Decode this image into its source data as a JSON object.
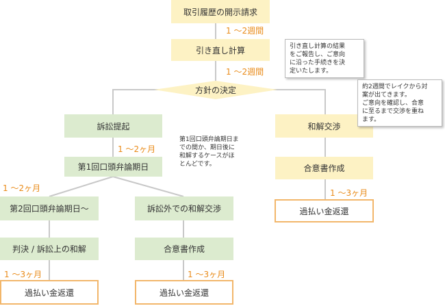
{
  "nodes": {
    "disclosure": "取引履歴の開示請求",
    "recalc": "引き直し計算",
    "policy": "方針の決定",
    "lawsuit": "訴訟提起",
    "first_hearing": "第1回口頭弁論期日",
    "second_hearing": "第2回口頭弁論期日～",
    "outside_settlement": "訴訟外での和解交渉",
    "judgment": "判決 / 訴訟上の和解",
    "agreement_left": "合意書作成",
    "refund_left": "過払い金返還",
    "refund_mid": "過払い金返還",
    "settlement": "和解交渉",
    "agreement_right": "合意書作成",
    "refund_right": "過払い金返還"
  },
  "durations": {
    "d1": "1 ～2週間",
    "d2": "1 ～2週間",
    "d3": "1 ～2ヶ月",
    "d4": "1 ～2ヶ月",
    "d5": "1 ～3ヶ月",
    "d6": "1 ～3ヶ月",
    "d7": "1 ～3ヶ月"
  },
  "notes": {
    "recalc_note": "引き直し計算の結果\nをご報告し、ご意向\nに沿った手続きを決\n定いたします。",
    "settlement_note": "約2週間でレイクから対\n案が出てきます。\nご意向を確認し、合意\nに至るまで交渉を重ね\nます。",
    "hearing_note": "第1回口頭弁論期日ま\nでの間か、期日後に\n和解するケースがほ\nとんどです。"
  },
  "colors": {
    "yellow": "#fdf2c4",
    "green": "#dcebcf",
    "orange": "#e98a17",
    "result_border": "#f2b66a",
    "line": "#c8c8c8"
  }
}
